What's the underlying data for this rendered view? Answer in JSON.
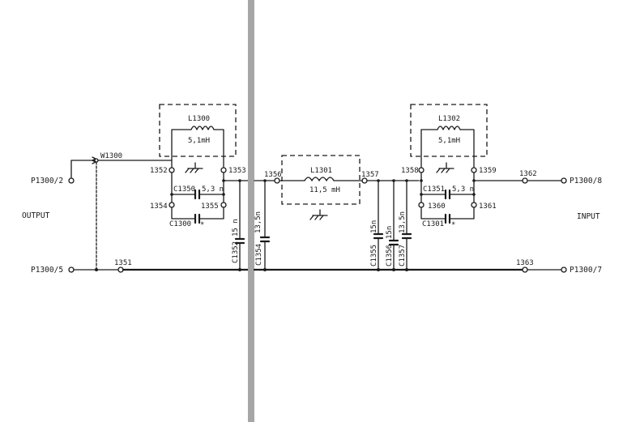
{
  "connectors": {
    "left_top": "P1300/2",
    "left_bottom": "P1300/5",
    "right_top": "P1300/8",
    "right_bottom": "P1300/7"
  },
  "side_labels": {
    "left": "OUTPUT",
    "right": "INPUT"
  },
  "switch": {
    "label": "W1300"
  },
  "inductors": {
    "l1300": {
      "ref": "L1300",
      "value": "5,1mH"
    },
    "l1301": {
      "ref": "L1301",
      "value": "11,5 mH"
    },
    "l1302": {
      "ref": "L1302",
      "value": "5,1mH"
    }
  },
  "capacitors": {
    "c1350": {
      "ref": "C1350",
      "value": "5,3 n"
    },
    "c1351": {
      "ref": "C1351",
      "value": "5,3 n"
    },
    "c1300": {
      "ref": "C1300",
      "mark": "*"
    },
    "c1301": {
      "ref": "C1301",
      "mark": "*"
    },
    "c1352": {
      "ref": "C1352",
      "value": "15 n"
    },
    "c1353": {
      "value": "13,5n"
    },
    "c1354": {
      "ref": "C1354"
    },
    "c1355": {
      "ref": "C1355",
      "value": "15n"
    },
    "c1356": {
      "ref": "C1356",
      "value": "15n"
    },
    "c1357": {
      "ref": "C1357",
      "value": "13,5n"
    }
  },
  "nodes": {
    "n1351": "1351",
    "n1352": "1352",
    "n1353": "1353",
    "n1354": "1354",
    "n1355": "1355",
    "n1356": "1356",
    "n1357": "1357",
    "n1358": "1358",
    "n1359": "1359",
    "n1360": "1360",
    "n1361": "1361",
    "n1362": "1362",
    "n1363": "1363"
  }
}
